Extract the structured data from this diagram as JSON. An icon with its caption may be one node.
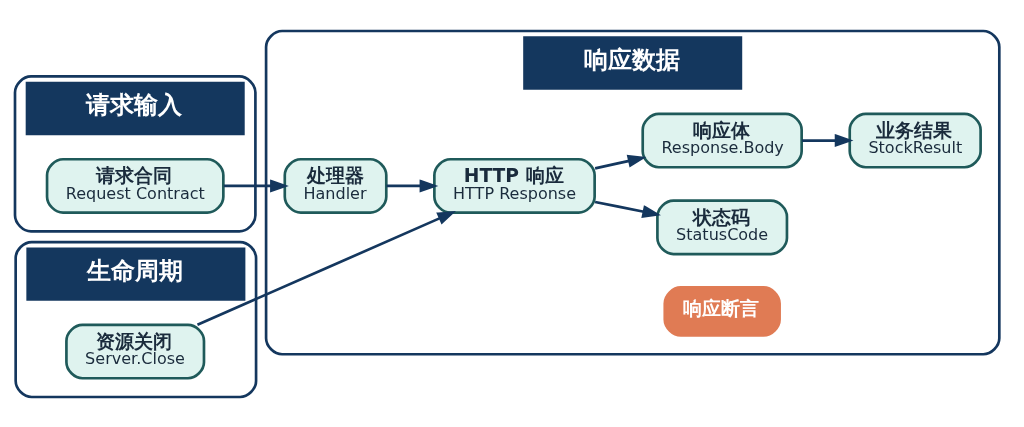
{
  "diagram": {
    "nodes": [
      {
        "text": [
          "请求输入"
        ]
      },
      {
        "text": [
          "请求合同",
          "Request Contract"
        ],
        "in": 0
      },
      {
        "text": [
          "响应数据"
        ]
      },
      {
        "text": [
          "处理器",
          "Handler"
        ],
        "in": 2
      },
      {
        "text": [
          "HTTP 响应",
          "HTTP Response"
        ],
        "in": 2
      },
      {
        "text": [
          "响应断言"
        ],
        "in": 2
      },
      {
        "text": [
          "状态码",
          "StatusCode"
        ],
        "in": 2
      },
      {
        "text": [
          "响应体",
          "Response.Body"
        ],
        "in": 2
      },
      {
        "text": [
          "业务结果",
          "StockResult"
        ],
        "in": 2
      },
      {
        "text": [
          "生命周期"
        ]
      },
      {
        "text": [
          "资源关闭",
          "Server.Close"
        ],
        "in": 9
      }
    ],
    "edges": [
      {
        "from": 1,
        "to": 3,
        "arrow": "to"
      },
      {
        "from": 3,
        "to": 4,
        "arrow": "to"
      },
      {
        "from": 4,
        "to": 6,
        "arrow": "to"
      },
      {
        "from": 4,
        "to": 7,
        "arrow": "to"
      },
      {
        "from": 7,
        "to": 8,
        "arrow": "to"
      },
      {
        "from": 10,
        "to": 4,
        "arrow": "to"
      }
    ]
  }
}
